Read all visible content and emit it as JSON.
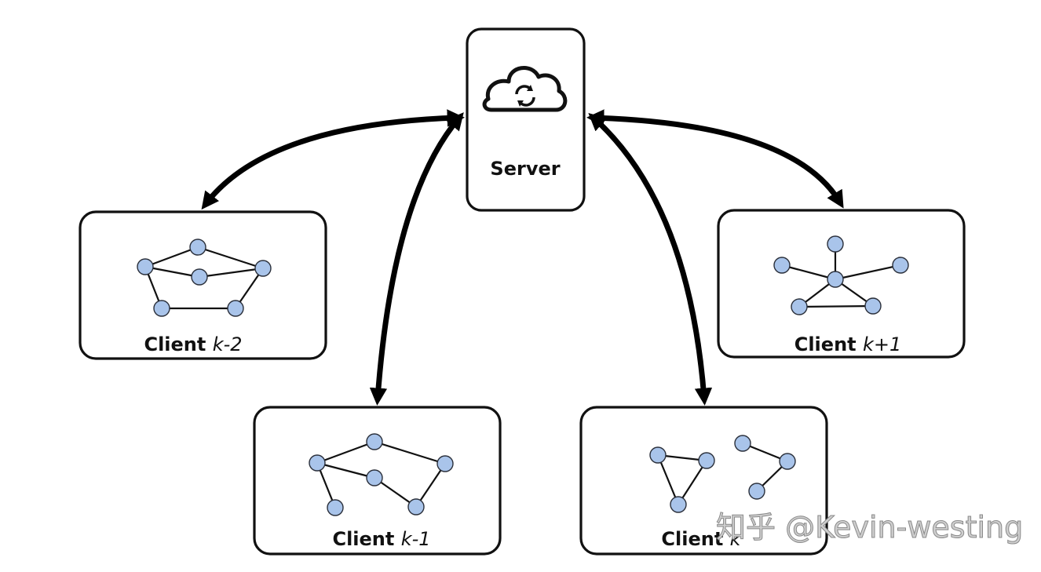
{
  "server": {
    "label": "Server",
    "icon": "cloud-sync-icon"
  },
  "clients": [
    {
      "id": "k-2",
      "name": "Client ",
      "index": "k-2"
    },
    {
      "id": "k-1",
      "name": "Client ",
      "index": "k-1"
    },
    {
      "id": "k",
      "name": "Client ",
      "index": "k"
    },
    {
      "id": "k+1",
      "name": "Client ",
      "index": "k+1"
    }
  ],
  "watermark": "知乎 @Kevin-westing",
  "colors": {
    "node_fill": "#a9c4ea",
    "stroke": "#111111"
  }
}
